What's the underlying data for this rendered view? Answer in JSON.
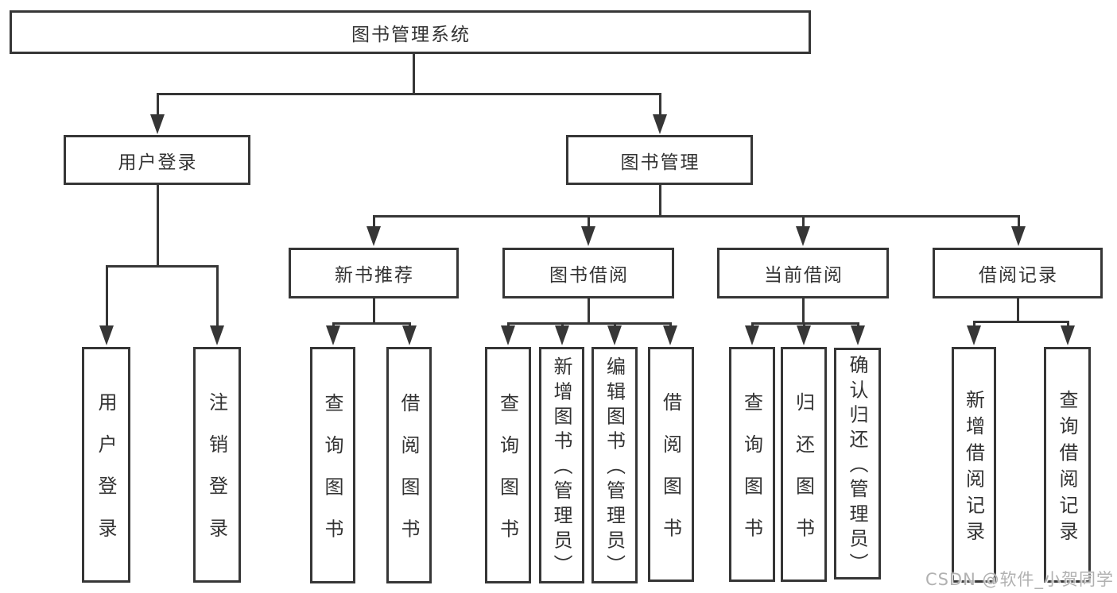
{
  "diagram_title": "图书管理系统",
  "nodes": [
    {
      "id": "library-management-system",
      "label": "图书管理系统",
      "parent": null
    },
    {
      "id": "user-login",
      "label": "用户登录",
      "parent": "library-management-system"
    },
    {
      "id": "book-management",
      "label": "图书管理",
      "parent": "library-management-system"
    },
    {
      "id": "new-book-recommendation",
      "label": "新书推荐",
      "parent": "book-management"
    },
    {
      "id": "book-borrowing",
      "label": "图书借阅",
      "parent": "book-management"
    },
    {
      "id": "current-borrowing",
      "label": "当前借阅",
      "parent": "book-management"
    },
    {
      "id": "borrowing-records",
      "label": "借阅记录",
      "parent": "book-management"
    },
    {
      "id": "user-login-action",
      "label": "用户登录",
      "parent": "user-login"
    },
    {
      "id": "logout-action",
      "label": "注销登录",
      "parent": "user-login"
    },
    {
      "id": "query-books-recommendation",
      "label": "查询图书",
      "parent": "new-book-recommendation"
    },
    {
      "id": "borrow-books-recommendation",
      "label": "借阅图书",
      "parent": "new-book-recommendation"
    },
    {
      "id": "query-books-borrowing",
      "label": "查询图书",
      "parent": "book-borrowing"
    },
    {
      "id": "add-books-admin",
      "label": "新增图书（管理员）",
      "parent": "book-borrowing"
    },
    {
      "id": "edit-books-admin",
      "label": "编辑图书（管理员）",
      "parent": "book-borrowing"
    },
    {
      "id": "borrow-books-borrowing",
      "label": "借阅图书",
      "parent": "book-borrowing"
    },
    {
      "id": "query-books-current",
      "label": "查询图书",
      "parent": "current-borrowing"
    },
    {
      "id": "return-books",
      "label": "归还图书",
      "parent": "current-borrowing"
    },
    {
      "id": "confirm-return-admin",
      "label": "确认归还（管理员）",
      "parent": "current-borrowing"
    },
    {
      "id": "add-borrowing-record",
      "label": "新增借阅记录",
      "parent": "borrowing-records"
    },
    {
      "id": "query-borrowing-record",
      "label": "查询借阅记录",
      "parent": "borrowing-records"
    }
  ],
  "watermark": {
    "text": "CSDN @软件_小贺同学"
  },
  "colors": {
    "line": "#363636",
    "text": "#333333",
    "box_background": "#ffffff",
    "watermark": "#b1b1b1",
    "background": "#ffffff"
  }
}
